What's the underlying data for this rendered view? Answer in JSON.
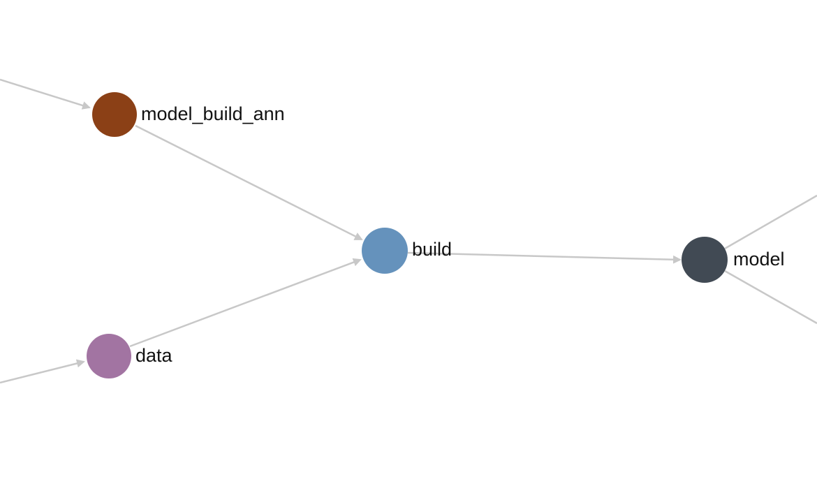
{
  "graph": {
    "nodes": [
      {
        "id": "model_build_ann",
        "label": "model_build_ann",
        "color": "#8b4016"
      },
      {
        "id": "build",
        "label": "build",
        "color": "#6592bc"
      },
      {
        "id": "data",
        "label": "data",
        "color": "#a274a2"
      },
      {
        "id": "model",
        "label": "model",
        "color": "#414a54"
      }
    ],
    "edges": [
      {
        "from": "offscreen-left-top",
        "to": "model_build_ann",
        "arrow": true
      },
      {
        "from": "model_build_ann",
        "to": "build",
        "arrow": true
      },
      {
        "from": "offscreen-left-bottom",
        "to": "data",
        "arrow": true
      },
      {
        "from": "data",
        "to": "build",
        "arrow": true
      },
      {
        "from": "build",
        "to": "model",
        "arrow": true
      },
      {
        "from": "model",
        "to": "offscreen-right-top",
        "arrow": false
      },
      {
        "from": "model",
        "to": "offscreen-right-bottom",
        "arrow": false
      }
    ],
    "edge_color": "#c8c8c8"
  }
}
